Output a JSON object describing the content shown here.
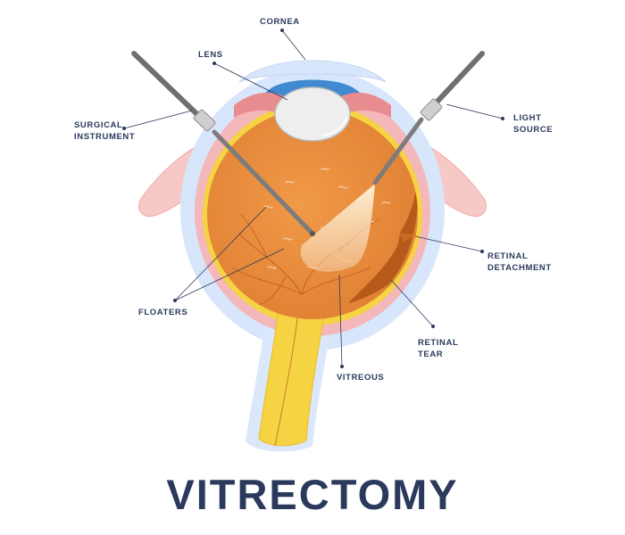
{
  "title": "VITRECTOMY",
  "labels": {
    "cornea": "CORNEA",
    "lens": "LENS",
    "surgical_instrument": [
      "SURGICAL",
      "INSTRUMENT"
    ],
    "light_source": [
      "LIGHT",
      "SOURCE"
    ],
    "floaters": "FLOATERS",
    "retinal_detachment": [
      "RETINAL",
      "DETACHMENT"
    ],
    "retinal_tear": [
      "RETINAL",
      "TEAR"
    ],
    "vitreous": "VITREOUS"
  },
  "colors": {
    "text": "#2b3a5c",
    "vitreous_body": "#e98b3a",
    "sclera_rim": "#d8e6fb",
    "retina_pink": "#f3b3b6",
    "optic_nerve": "#f6d343",
    "iris": "#3f8ad1",
    "instrument": "#7c7c7c",
    "detachment": "#b65a1c"
  }
}
